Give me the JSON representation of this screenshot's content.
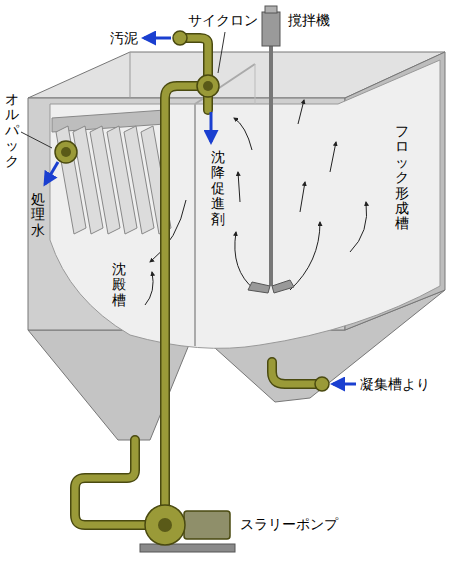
{
  "diagram": {
    "labels": [
      "汚泥",
      "サイクロン",
      "撹拌機",
      "オルパック",
      "処理水",
      "沈降促進剤",
      "フロック形成槽",
      "沈殿槽",
      "凝集槽より",
      "スラリーポンプ"
    ]
  }
}
